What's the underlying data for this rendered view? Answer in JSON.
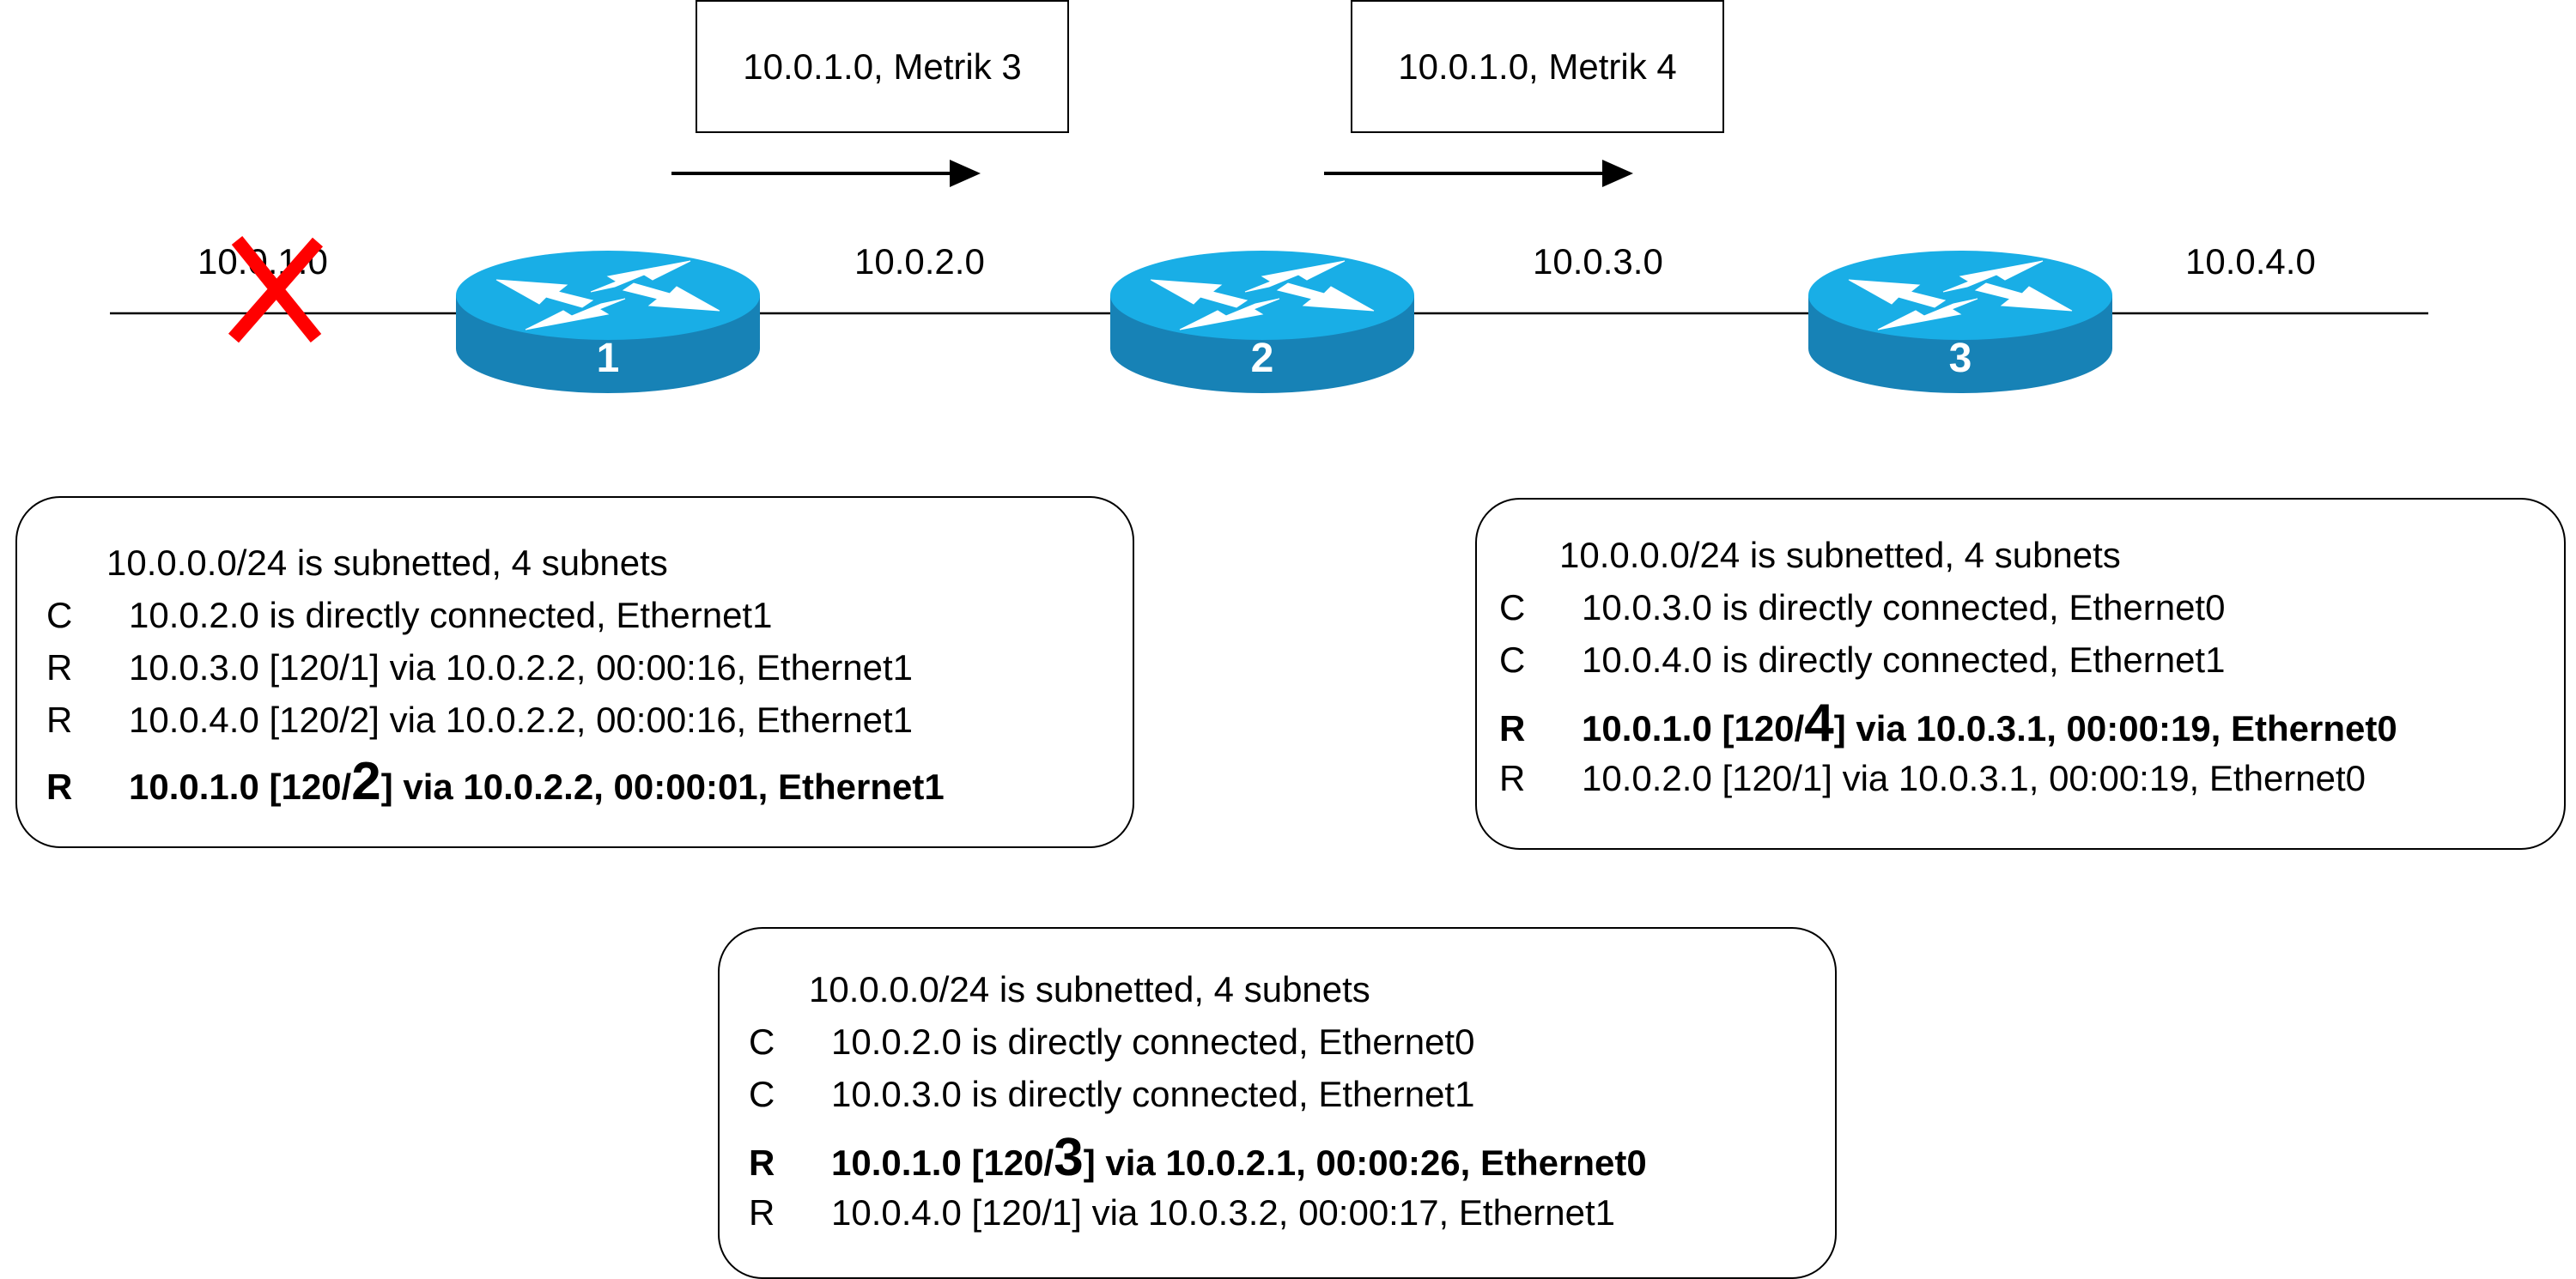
{
  "networks": {
    "left": "10.0.1.0",
    "n2": "10.0.2.0",
    "n3": "10.0.3.0",
    "right": "10.0.4.0"
  },
  "updates": {
    "update1": "10.0.1.0, Metrik 3",
    "update2": "10.0.1.0, Metrik 4"
  },
  "routers": {
    "r1": "1",
    "r2": "2",
    "r3": "3"
  },
  "colors": {
    "router_top": "#19aee6",
    "router_side": "#1782b6",
    "failure_x": "#ff0000"
  },
  "tables": {
    "router1": {
      "header": "10.0.0.0/24 is subnetted, 4 subnets",
      "rows": [
        {
          "code": "C",
          "text": "10.0.2.0 is directly connected, Ethernet1"
        },
        {
          "code": "R",
          "text": "10.0.3.0 [120/1] via 10.0.2.2, 00:00:16, Ethernet1"
        },
        {
          "code": "R",
          "text": "10.0.4.0 [120/2] via 10.0.2.2, 00:00:16, Ethernet1"
        },
        {
          "code": "R",
          "pre": "10.0.1.0 [120/",
          "metric": "2",
          "post": "] via 10.0.2.2, 00:00:01, Ethernet1"
        }
      ]
    },
    "router2": {
      "header": "10.0.0.0/24 is subnetted, 4 subnets",
      "rows": [
        {
          "code": "C",
          "text": "10.0.2.0 is directly connected, Ethernet0"
        },
        {
          "code": "C",
          "text": "10.0.3.0 is directly connected, Ethernet1"
        },
        {
          "code": "R",
          "pre": "10.0.1.0 [120/",
          "metric": "3",
          "post": "] via 10.0.2.1, 00:00:26, Ethernet0"
        },
        {
          "code": "R",
          "text": "10.0.4.0 [120/1] via 10.0.3.2, 00:00:17, Ethernet1"
        }
      ]
    },
    "router3": {
      "header": "10.0.0.0/24 is subnetted, 4 subnets",
      "rows": [
        {
          "code": "C",
          "text": "10.0.3.0 is directly connected, Ethernet0"
        },
        {
          "code": "C",
          "text": "10.0.4.0 is directly connected, Ethernet1"
        },
        {
          "code": "R",
          "pre": "10.0.1.0 [120/",
          "metric": "4",
          "post": "] via 10.0.3.1, 00:00:19, Ethernet0"
        },
        {
          "code": "R",
          "text": "10.0.2.0 [120/1] via 10.0.3.1, 00:00:19, Ethernet0"
        }
      ]
    }
  }
}
